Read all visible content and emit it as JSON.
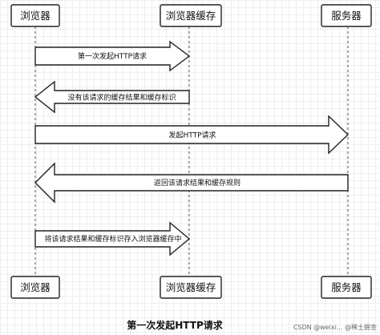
{
  "participants": {
    "browser": "浏览器",
    "cache": "浏览器缓存",
    "server": "服务器"
  },
  "messages": [
    {
      "from": "browser",
      "to": "cache",
      "label": "第一次发起HTTP请求"
    },
    {
      "from": "cache",
      "to": "browser",
      "label": "没有该请求的缓存结果和缓存标识"
    },
    {
      "from": "browser",
      "to": "server",
      "label": "发起HTTP请求"
    },
    {
      "from": "server",
      "to": "browser",
      "label": "返回该请求结果和缓存规则"
    },
    {
      "from": "browser",
      "to": "cache",
      "label": "将该请求结果和缓存标识存入浏览器缓存中"
    }
  ],
  "caption": "第一次发起HTTP请求",
  "watermark": "CSDN @weixi... @稀土掘金"
}
